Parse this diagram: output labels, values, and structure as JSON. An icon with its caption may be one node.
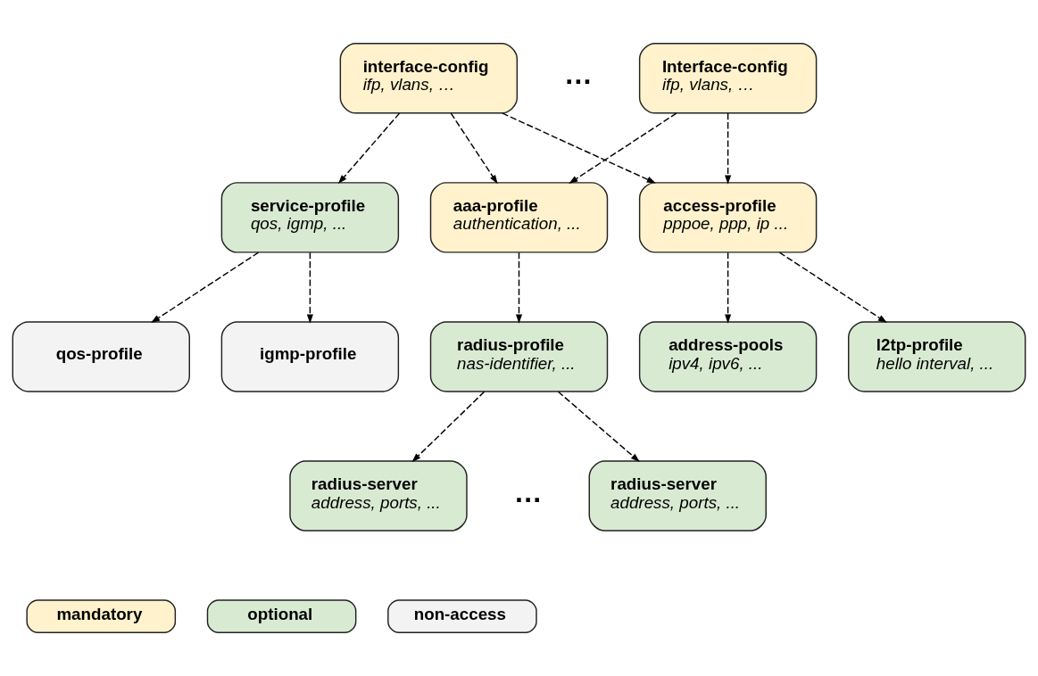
{
  "diagram": {
    "nodes": [
      {
        "text": [
          "interface-config",
          "ifp, vlans, …"
        ]
      },
      {
        "text": [
          "Interface-config",
          "ifp, vlans, …"
        ]
      },
      {
        "text": [
          "access-profile",
          "pppoe, ppp, ip ..."
        ]
      },
      {
        "text": [
          "aaa-profile",
          "authentication, ..."
        ]
      },
      {
        "text": [
          "service-profile",
          "qos, igmp, ..."
        ]
      },
      {
        "text": [
          "address-pools",
          "ipv4, ipv6, ..."
        ]
      },
      {
        "text": [
          "l2tp-profile",
          "hello interval, ..."
        ]
      },
      {
        "text": [
          "radius-profile",
          "nas-identifier, ..."
        ]
      },
      {
        "text": [
          "qos-profile"
        ]
      },
      {
        "text": [
          "igmp-profile"
        ]
      },
      {
        "text": [
          "radius-server",
          "address, ports, ..."
        ]
      },
      {
        "text": [
          "radius-server",
          "address, ports, ..."
        ]
      }
    ],
    "edges": [
      {
        "from": 0,
        "to": 4,
        "arrow": "to",
        "style": "dashed"
      },
      {
        "from": 0,
        "to": 2,
        "arrow": "to",
        "style": "dashed"
      },
      {
        "from": 0,
        "to": 3,
        "arrow": "to",
        "style": "dashed"
      },
      {
        "from": 1,
        "to": 2,
        "arrow": "to",
        "style": "dashed"
      },
      {
        "from": 1,
        "to": 3,
        "arrow": "to",
        "style": "dashed"
      },
      {
        "from": 2,
        "to": 5,
        "arrow": "to",
        "style": "dashed"
      },
      {
        "from": 2,
        "to": 6,
        "arrow": "to",
        "style": "dashed"
      },
      {
        "from": 3,
        "to": 7,
        "arrow": "to",
        "style": "dashed"
      },
      {
        "from": 4,
        "to": 8,
        "arrow": "to",
        "style": "dashed"
      },
      {
        "from": 4,
        "to": 9,
        "arrow": "to",
        "style": "dashed"
      },
      {
        "from": 7,
        "to": 10,
        "arrow": "to",
        "style": "dashed"
      },
      {
        "from": 7,
        "to": 11,
        "arrow": "to",
        "style": "dashed"
      }
    ],
    "labels": [
      "…",
      "…"
    ],
    "legend": [
      {
        "text": "mandatory",
        "color": "#fff2cc"
      },
      {
        "text": "optional",
        "color": "#d9ead3"
      },
      {
        "text": "non-access",
        "color": "#f3f3f3"
      }
    ]
  }
}
